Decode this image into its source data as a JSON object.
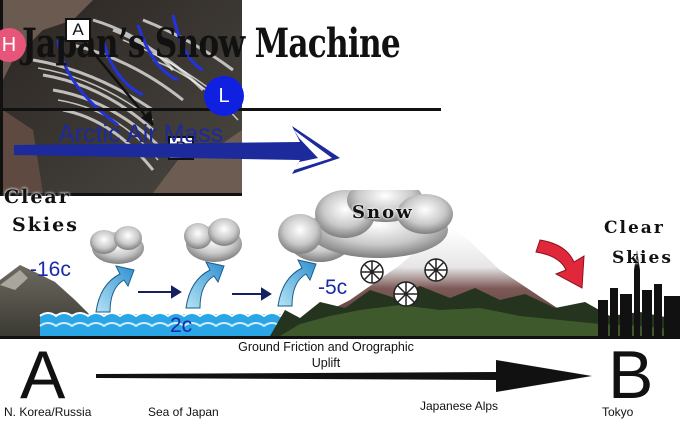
{
  "title": "Japan’s Snow Machine",
  "arctic_air": "Arctic Air Mass",
  "clear_left_line1": "Clear",
  "clear_left_line2": "Skies",
  "clear_right_line1": "Clear",
  "clear_right_line2": "Skies",
  "snow_label": "Snow",
  "temps": {
    "t1": "-16c",
    "t2": "-5c",
    "t3": "2c"
  },
  "satellite": {
    "box_a": "A",
    "box_b": "B",
    "high": "H",
    "low": "L"
  },
  "bottom": {
    "point_a": "A",
    "point_b": "B",
    "uplift": "Ground Friction and Orographic Uplift",
    "loc1": "N. Korea/Russia",
    "loc2": "Sea of Japan",
    "loc3": "Japanese Alps",
    "loc4": "Tokyo"
  },
  "colors": {
    "arrow_blue": "#1d2a9b",
    "high": "#e8557a",
    "low": "#1020e0",
    "red_arrow": "#e0283a",
    "sea": "#2aa6e6"
  }
}
